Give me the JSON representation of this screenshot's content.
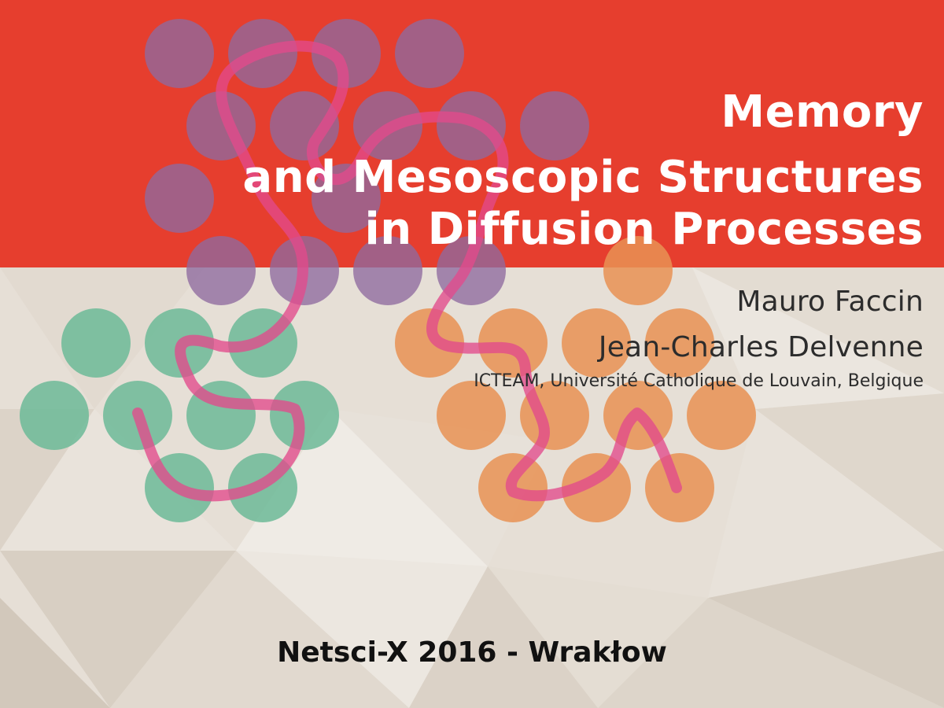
{
  "title": {
    "line1": "Memory",
    "line2": "and Mesoscopic Structures",
    "line3": "in Diffusion Processes"
  },
  "authors": [
    "Mauro Faccin",
    "Jean-Charles Delvenne"
  ],
  "affiliation": "ICTEAM, Université Catholique de Louvain, Belgique",
  "footer": "Netsci-X 2016 - Wrakłow",
  "colors": {
    "header_band": "#e63e2e",
    "background": "#e6dfd6",
    "node_purple": "#8e6a9f",
    "node_green": "#6cba98",
    "node_orange": "#e89253",
    "walk_path": "#e24a8c"
  }
}
